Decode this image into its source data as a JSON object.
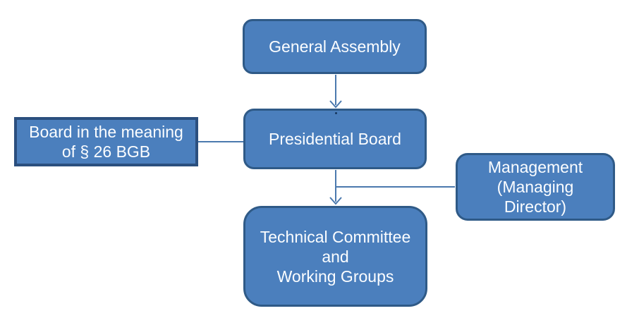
{
  "colors": {
    "bg": "#ffffff",
    "box_fill": "#4b7fbd",
    "box_border": "#2f5a87",
    "rect_border": "#2b4f7e",
    "connector": "#4b79ae",
    "label_text": "#fbfdff"
  },
  "nodes": [
    {
      "id": "general-assembly",
      "shape": "rounded-rectangle",
      "label": "General Assembly",
      "lines": [
        "General Assembly"
      ]
    },
    {
      "id": "presidential-board",
      "shape": "rounded-rectangle",
      "label": "Presidential Board",
      "lines": [
        "Presidential Board"
      ]
    },
    {
      "id": "board-26-bgb",
      "shape": "rectangle",
      "label": "Board in the meaning of § 26 BGB",
      "lines": [
        "Board in the meaning",
        "of § 26 BGB"
      ]
    },
    {
      "id": "management",
      "shape": "rounded-rectangle",
      "label": "Management (Managing Director)",
      "lines": [
        "Management",
        "(Managing",
        "Director)"
      ]
    },
    {
      "id": "technical-committee",
      "shape": "rounded-rectangle",
      "label": "Technical Committee and Working Groups",
      "lines": [
        "Technical Committee",
        "and",
        "Working Groups"
      ]
    }
  ],
  "edges": [
    {
      "from": "general-assembly",
      "to": "presidential-board",
      "style": "arrow"
    },
    {
      "from": "board-26-bgb",
      "to": "presidential-board",
      "style": "line"
    },
    {
      "from": "presidential-board",
      "to": "technical-committee",
      "style": "arrow"
    },
    {
      "from": "management",
      "to": "connector-presidential-board-to-technical",
      "style": "line"
    }
  ]
}
